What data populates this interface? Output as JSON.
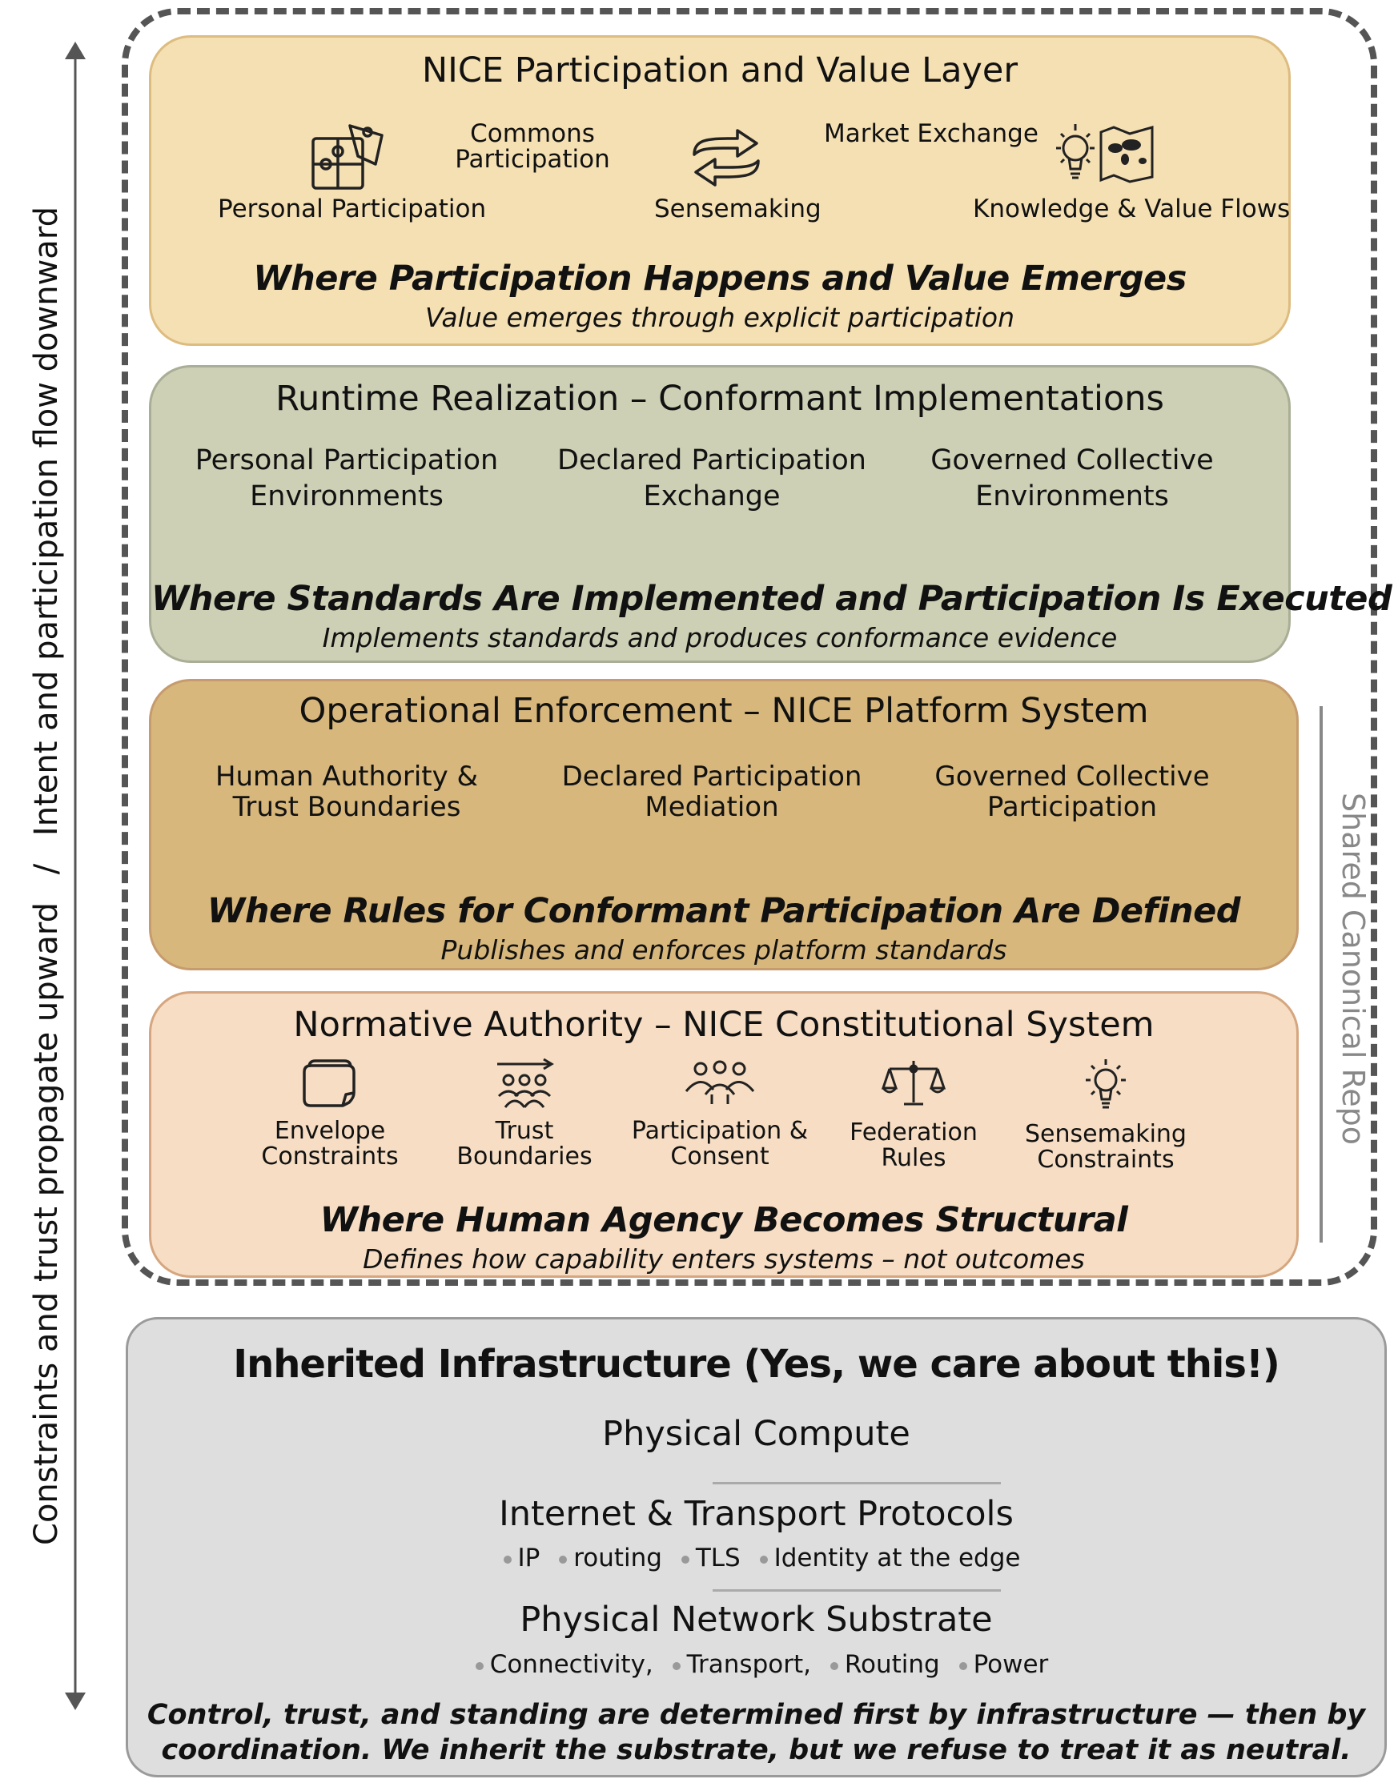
{
  "side_axis": {
    "label_up": "Constraints and trust propagate upward",
    "separator": "/",
    "label_down": "Intent and participation flow downward",
    "arrow_color": "#555555"
  },
  "shared_repo": {
    "label": "Shared Canonical Repo"
  },
  "layers": [
    {
      "id": "participation",
      "title": "NICE Participation and Value Layer",
      "color": "#f5e0b3",
      "items": [
        {
          "label": "Personal Participation",
          "icon": "puzzle-icon"
        },
        {
          "label": "Commons Participation",
          "icon": null
        },
        {
          "label": "Sensemaking",
          "icon": "exchange-arrows-icon"
        },
        {
          "label": "Market Exchange",
          "icon": null
        },
        {
          "label": "Knowledge & Value Flows",
          "icon": "lightbulb-map-icon"
        }
      ],
      "tagline": "Where Participation Happens and Value Emerges",
      "subline": "Value emerges through explicit participation"
    },
    {
      "id": "runtime",
      "title": "Runtime Realization – Conformant Implementations",
      "color": "#cdd0b5",
      "items": [
        {
          "label": "Personal Participation Environments"
        },
        {
          "label": "Declared Participation Exchange"
        },
        {
          "label": "Governed Collective Environments"
        }
      ],
      "tagline": "Where Standards Are Implemented and Participation Is Executed",
      "subline": "Implements standards and produces conformance evidence"
    },
    {
      "id": "operational",
      "title": "Operational Enforcement – NICE Platform System",
      "color": "#d7b77c",
      "items": [
        {
          "label": "Human Authority & Trust Boundaries"
        },
        {
          "label": "Declared Participation Mediation"
        },
        {
          "label": "Governed Collective Participation"
        }
      ],
      "tagline": "Where Rules for Conformant Participation Are Defined",
      "subline": "Publishes and enforces platform standards"
    },
    {
      "id": "normative",
      "title": "Normative Authority – NICE Constitutional System",
      "color": "#f6ddc3",
      "items": [
        {
          "label": "Envelope Constraints",
          "icon": "envelope-stack-icon"
        },
        {
          "label": "Trust Boundaries",
          "icon": "group-arrow-icon"
        },
        {
          "label": "Participation & Consent",
          "icon": "people-icon"
        },
        {
          "label": "Federation Rules",
          "icon": "scales-icon"
        },
        {
          "label": "Sensemaking Constraints",
          "icon": "lightbulb-icon"
        }
      ],
      "tagline": "Where Human Agency Becomes Structural",
      "subline": "Defines how capability enters systems – not outcomes"
    }
  ],
  "infrastructure": {
    "title": "Inherited Infrastructure (Yes, we care about this!)",
    "color": "#dedede",
    "sections": [
      {
        "heading": "Physical Compute",
        "bullets": []
      },
      {
        "heading": "Internet & Transport Protocols",
        "bullets": [
          "IP",
          "routing",
          "TLS",
          "Identity at the edge"
        ]
      },
      {
        "heading": "Physical Network Substrate",
        "bullets": [
          "Connectivity,",
          "Transport,",
          "Routing",
          "Power"
        ]
      }
    ],
    "footer_line1": "Control, trust, and standing are determined first by infrastructure — then by",
    "footer_line2": "coordination. We inherit the substrate, but we refuse to treat it as neutral."
  }
}
